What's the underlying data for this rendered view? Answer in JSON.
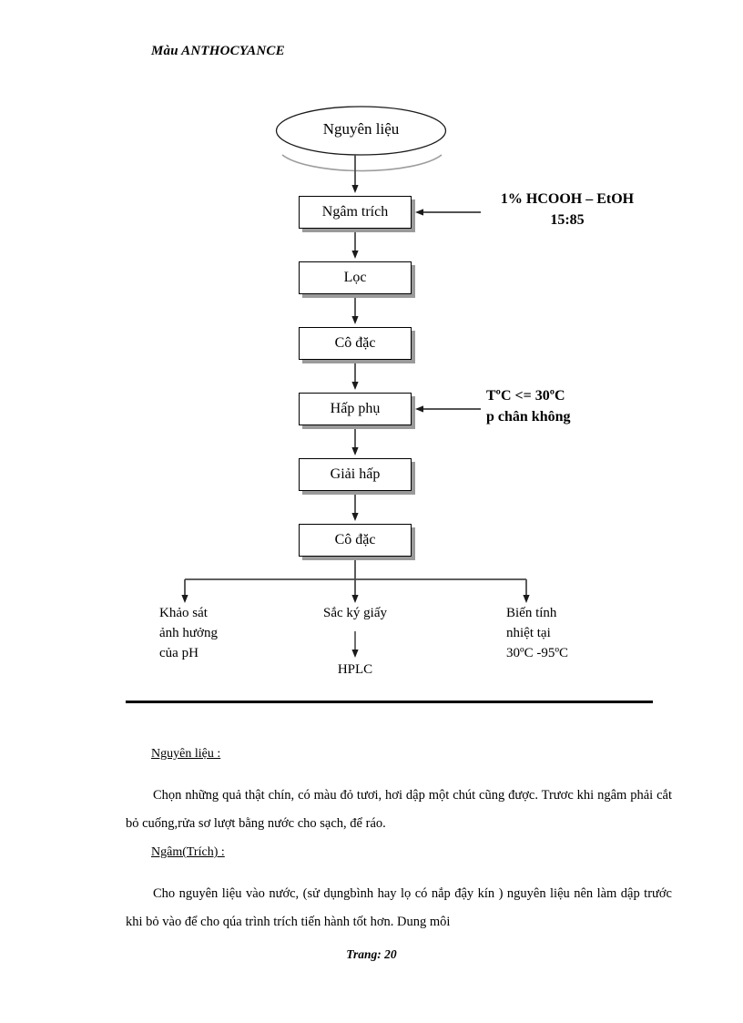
{
  "header": {
    "title": "Màu ANTHOCYANCE"
  },
  "flowchart": {
    "start_node": "Nguyên liệu",
    "steps": [
      {
        "label": "Ngâm trích"
      },
      {
        "label": "Lọc"
      },
      {
        "label": "Cô đặc"
      },
      {
        "label": "Hấp phụ"
      },
      {
        "label": "Giải hấp"
      },
      {
        "label": "Cô đặc"
      }
    ],
    "side_inputs": [
      {
        "line1": "1% HCOOH – EtOH",
        "line2": "15:85"
      },
      {
        "line1": "TºC <= 30ºC",
        "line2": "p chân không"
      }
    ],
    "branches": [
      {
        "line1": "Khảo sát",
        "line2": "ảnh hưởng",
        "line3": "của pH"
      },
      {
        "line1": "Sắc ký giấy",
        "line2": "",
        "line3": ""
      },
      {
        "line1": "Biến tính",
        "line2": "nhiệt tại",
        "line3": "30ºC -95ºC"
      }
    ],
    "branch_middle_child": "HPLC"
  },
  "content": {
    "section1": {
      "heading": "Nguyên liệu :",
      "paragraph": "Chọn những quả thật chín, có màu đỏ tươi, hơi dập một chút cũng được. Trươc khi ngâm phải cắt bỏ cuống,rửa sơ lượt bằng nước cho sạch, để ráo."
    },
    "section2": {
      "heading": "Ngâm(Trích) :",
      "paragraph": "Cho nguyên liệu vào nước, (sử dụngbình hay lọ có nắp đậy kín ) nguyên liệu nên làm dập trước khi bỏ vào để cho qúa trình trích tiến hành tốt hơn. Dung môi"
    }
  },
  "footer": {
    "page_label": "Trang: 20"
  },
  "colors": {
    "ink": "#000000",
    "shadow": "#9a9a9a",
    "paper": "#ffffff"
  }
}
